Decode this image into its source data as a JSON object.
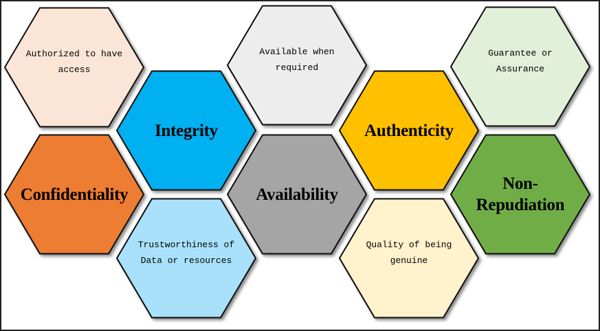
{
  "hexagons": [
    {
      "id": "authorized",
      "text": "Authorized to have access",
      "kind": "description",
      "fill": "#fbe5d6"
    },
    {
      "id": "confidentiality",
      "text": "Confidentiality",
      "kind": "title",
      "fill": "#ed7d31"
    },
    {
      "id": "integrity",
      "text": "Integrity",
      "kind": "title",
      "fill": "#00b0f0"
    },
    {
      "id": "trustworthiness",
      "text": "Trustworthiness of Data or resources",
      "kind": "description",
      "fill": "#a9e1fa"
    },
    {
      "id": "available",
      "text": "Available when required",
      "kind": "description",
      "fill": "#ededed"
    },
    {
      "id": "availability",
      "text": "Availability",
      "kind": "title",
      "fill": "#a5a5a5"
    },
    {
      "id": "authenticity",
      "text": "Authenticity",
      "kind": "title",
      "fill": "#ffc000"
    },
    {
      "id": "quality",
      "text": "Quality of being genuine",
      "kind": "description",
      "fill": "#fff2cc"
    },
    {
      "id": "guarantee",
      "text": "Guarantee or Assurance",
      "kind": "description",
      "fill": "#e2f0d9"
    },
    {
      "id": "non-repudiation",
      "text": "Non-Repudiation",
      "kind": "title",
      "fill": "#70ad47"
    }
  ]
}
